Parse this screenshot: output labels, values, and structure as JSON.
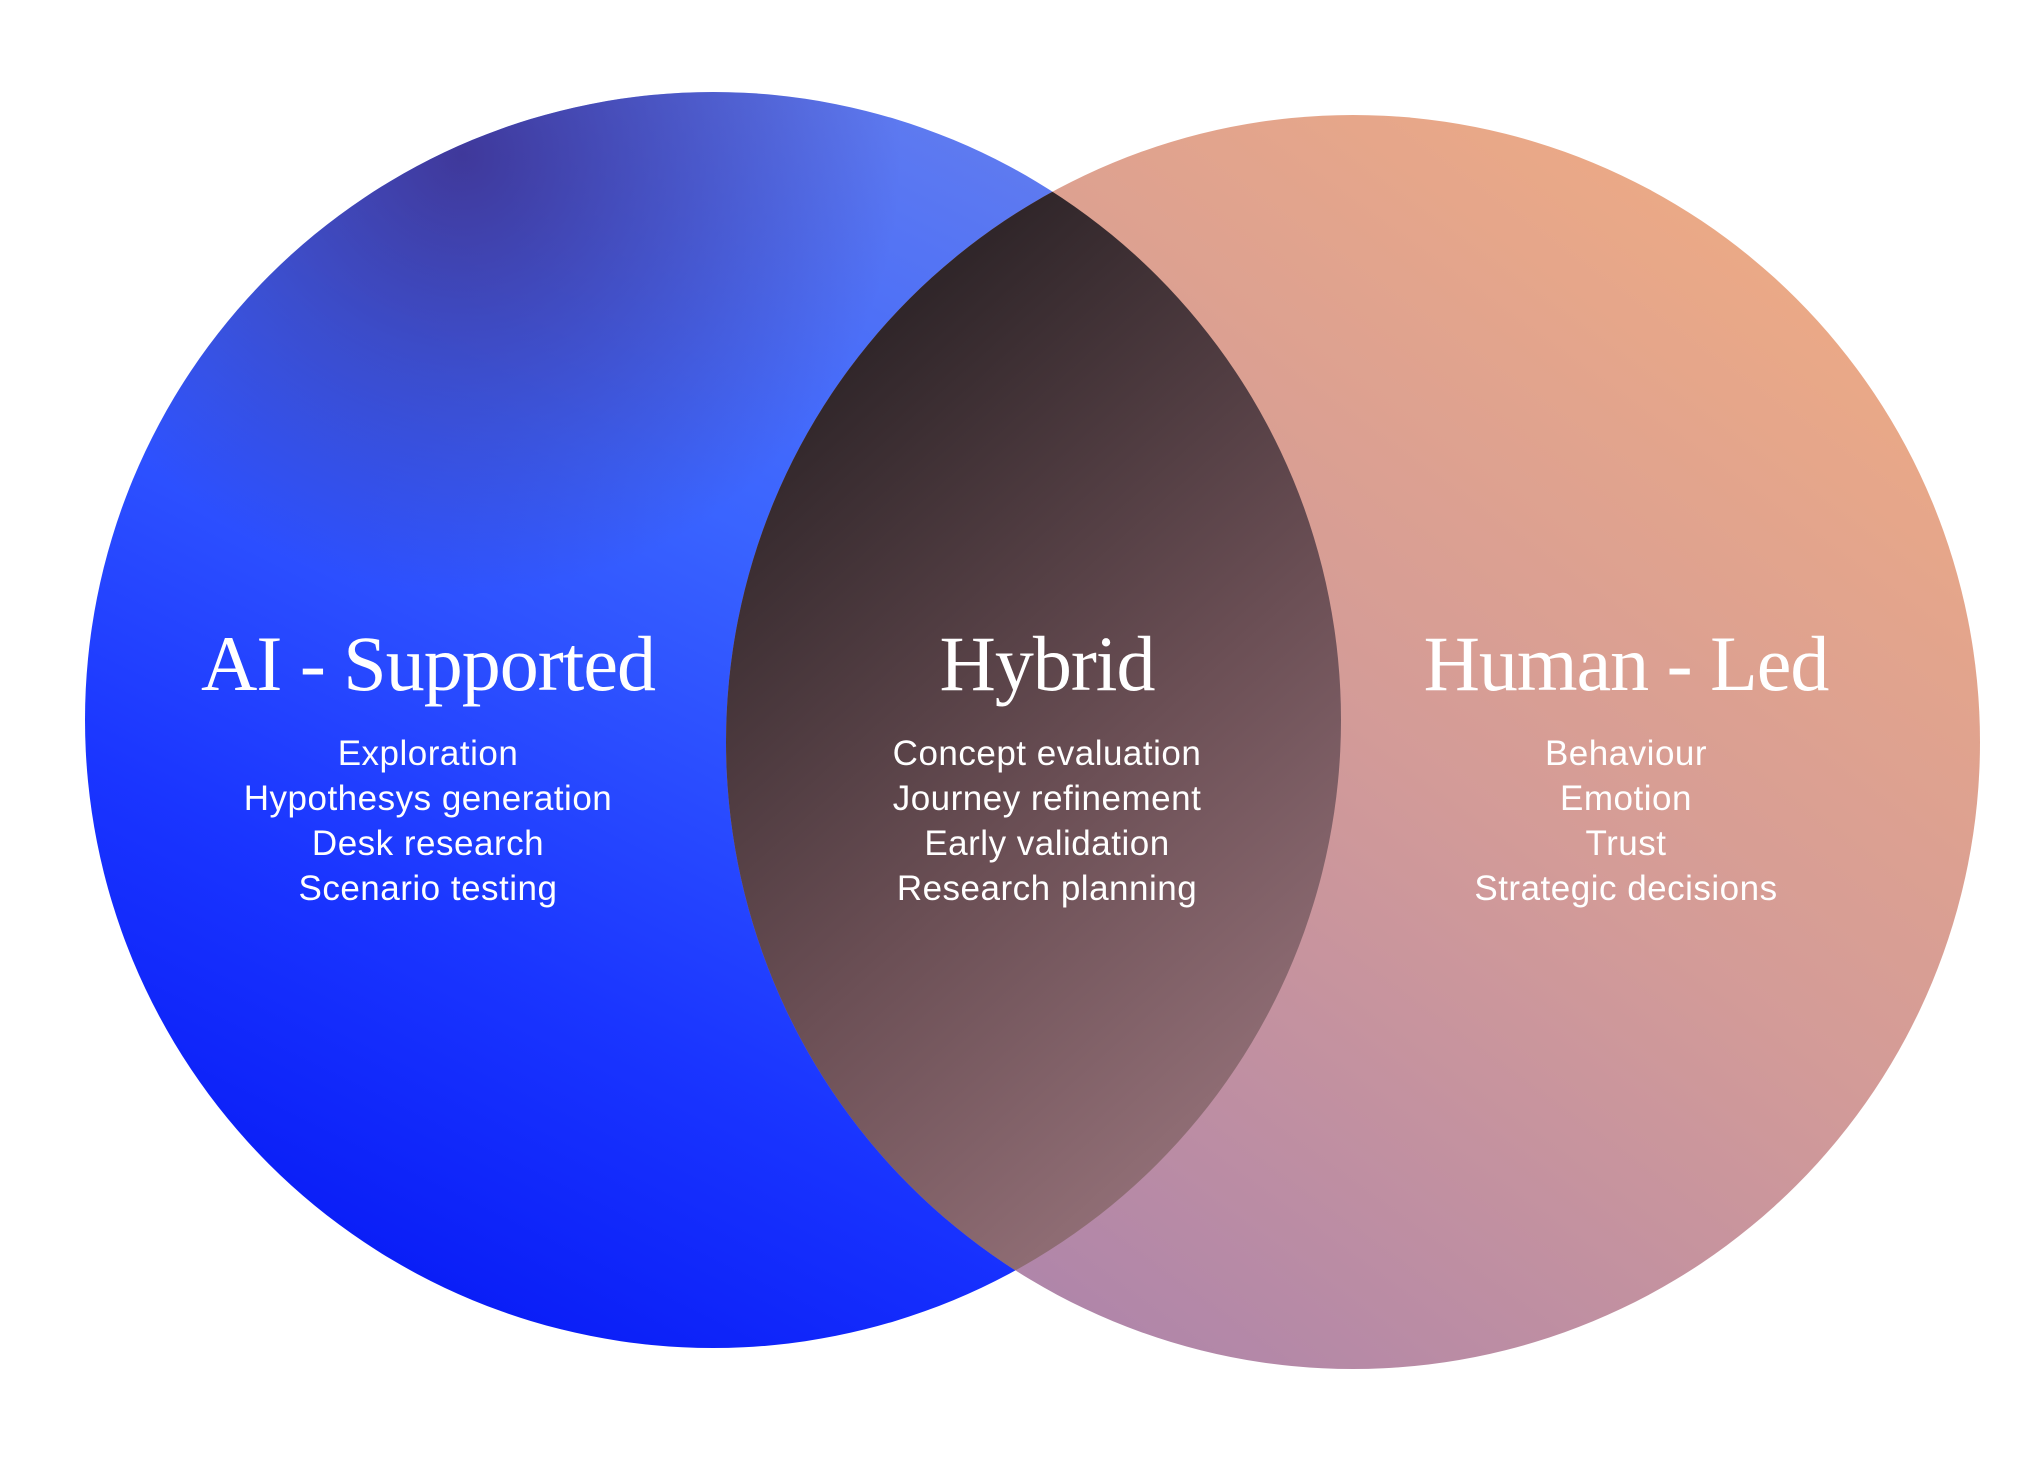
{
  "diagram": {
    "type": "venn",
    "colors": {
      "left_circle": [
        "#0a1ef7",
        "#3a64ff",
        "#3d2f8a"
      ],
      "right_circle": [
        "#eca886",
        "#d49a98",
        "#b084a9"
      ],
      "overlap": [
        "#2c2024",
        "#b08580",
        "#5e4456"
      ]
    },
    "sets": [
      {
        "id": "left",
        "title": "AI - Supported",
        "items": [
          "Exploration",
          "Hypothesys generation",
          "Desk research",
          "Scenario testing"
        ]
      },
      {
        "id": "overlap",
        "title": "Hybrid",
        "items": [
          "Concept evaluation",
          "Journey refinement",
          "Early validation",
          "Research planning"
        ]
      },
      {
        "id": "right",
        "title": "Human - Led",
        "items": [
          "Behaviour",
          "Emotion",
          "Trust",
          "Strategic decisions"
        ]
      }
    ]
  }
}
